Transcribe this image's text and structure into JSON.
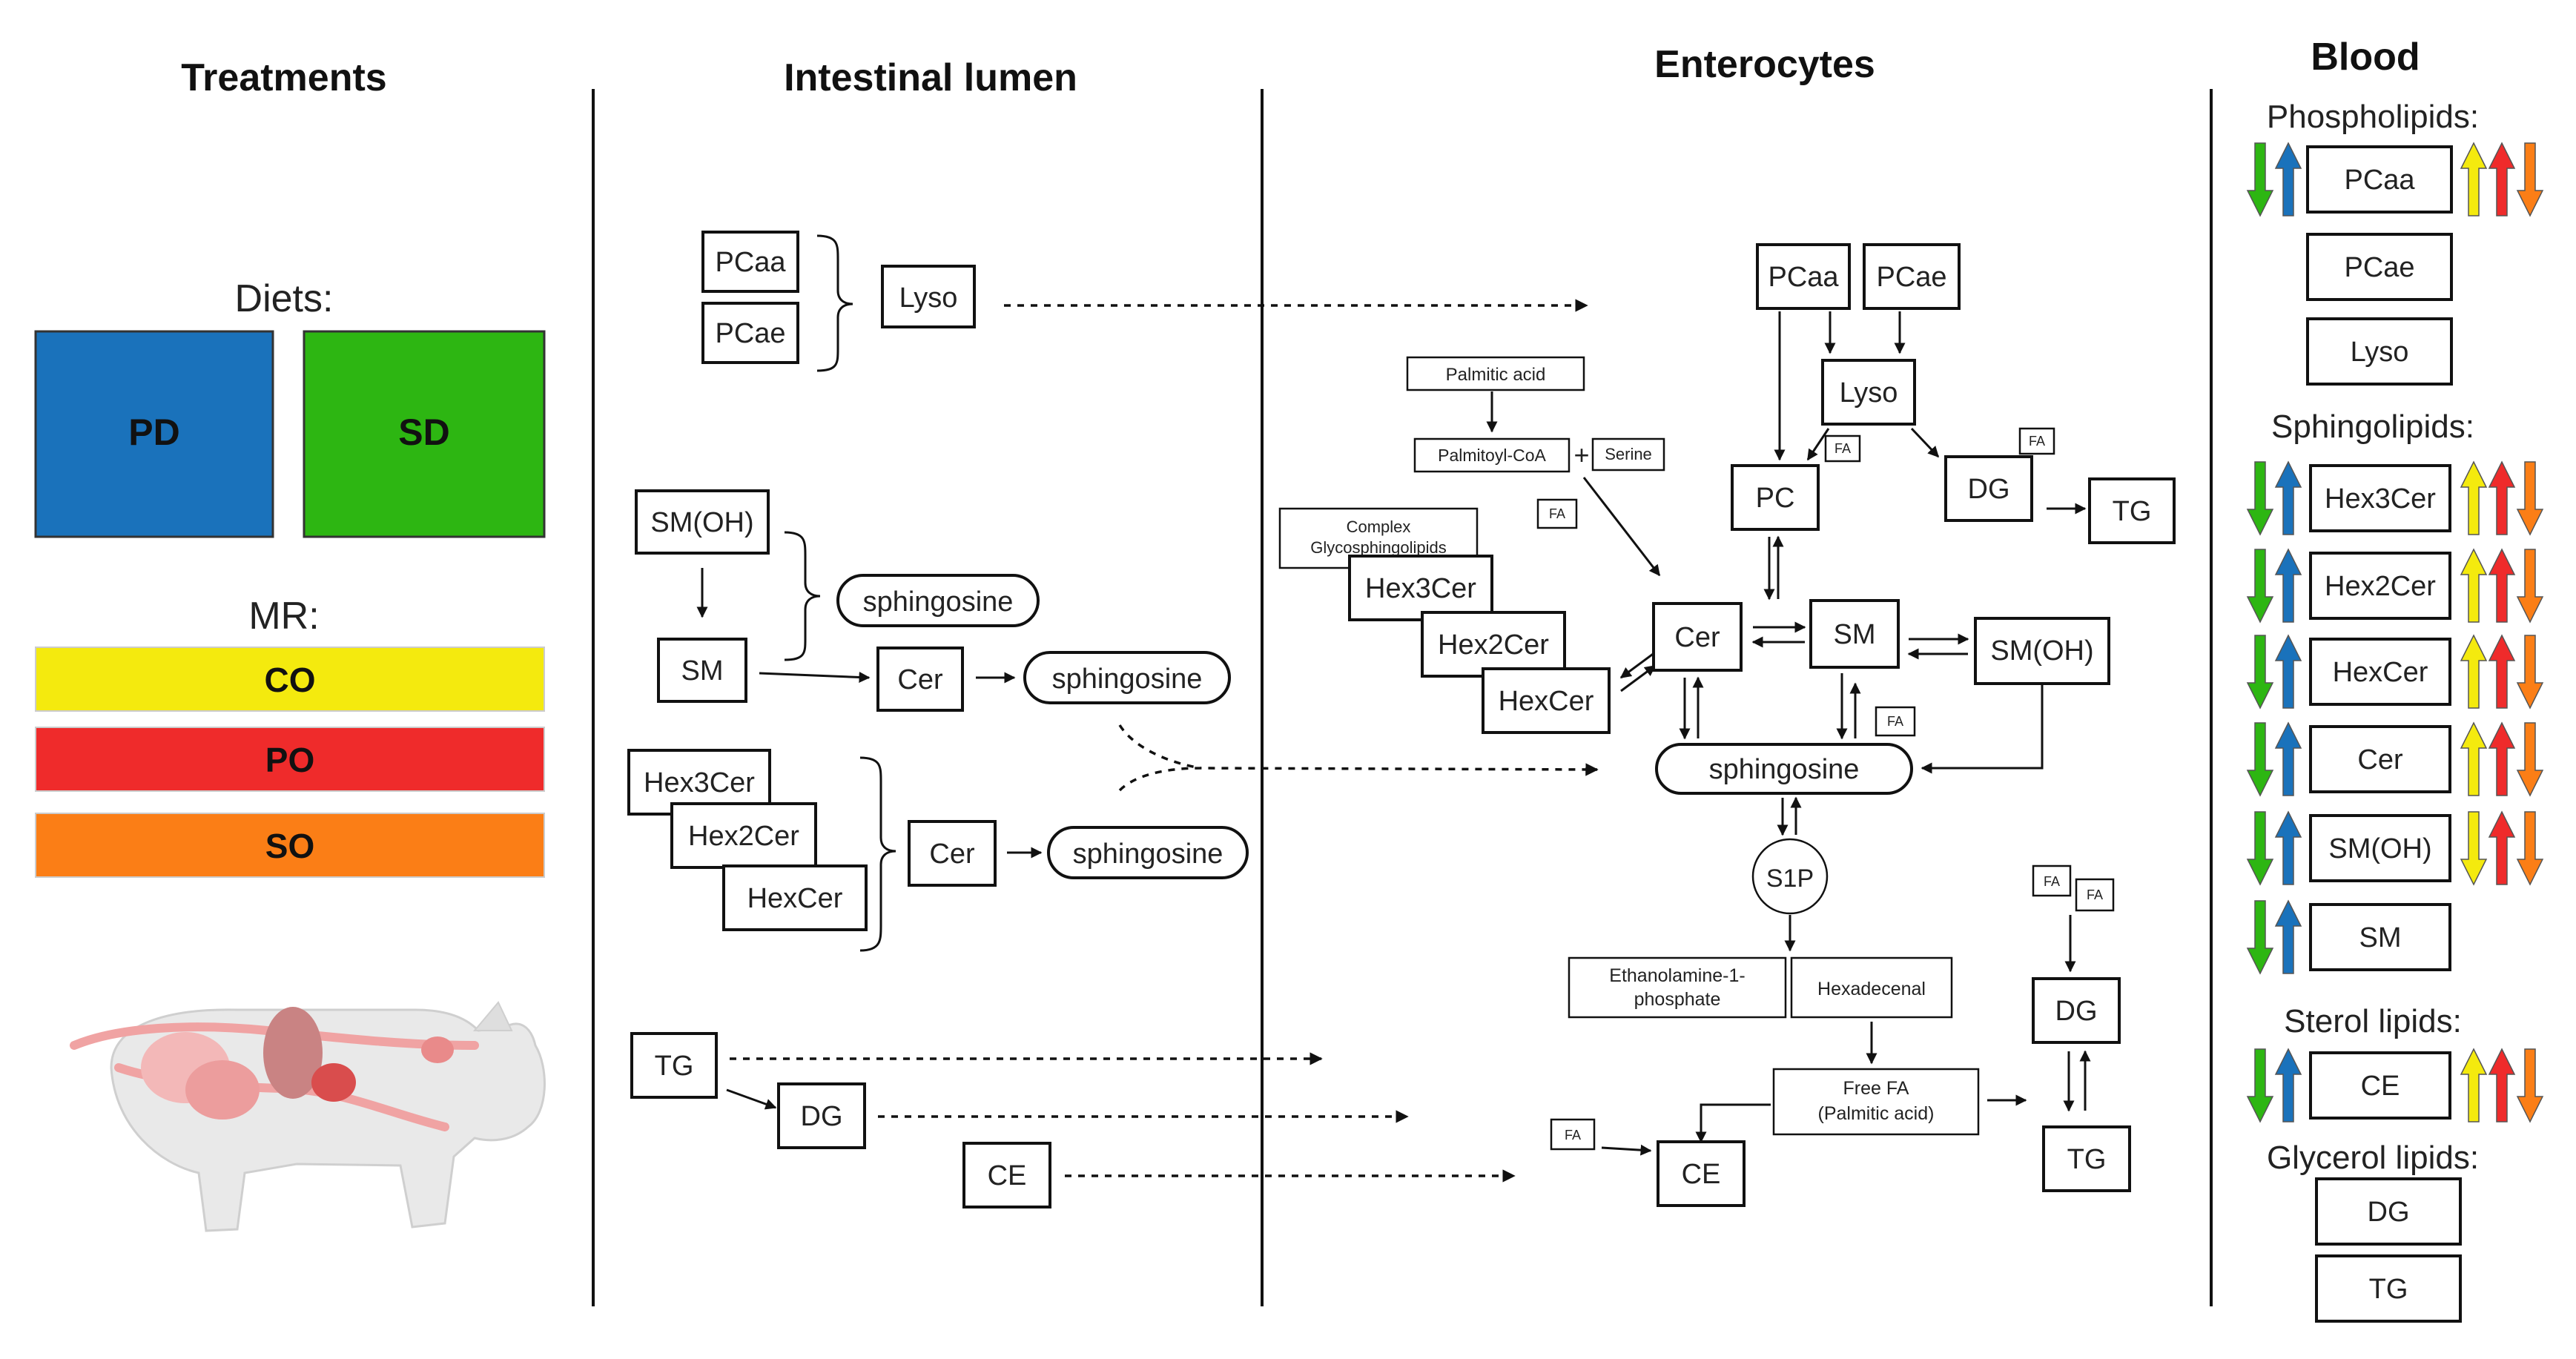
{
  "headers": {
    "treatments": "Treatments",
    "lumen": "Intestinal lumen",
    "enterocytes": "Enterocytes",
    "blood": "Blood"
  },
  "treatments": {
    "diets_label": "Diets:",
    "diets": [
      {
        "label": "PD",
        "color": "#1a72bb"
      },
      {
        "label": "SD",
        "color": "#2db612"
      }
    ],
    "mr_label": "MR:",
    "mr": [
      {
        "label": "CO",
        "color": "#f4ea0e"
      },
      {
        "label": "PO",
        "color": "#ef2b2b"
      },
      {
        "label": "SO",
        "color": "#fb7e16"
      }
    ]
  },
  "lumen": {
    "pcaa": "PCaa",
    "pcae": "PCae",
    "lyso": "Lyso",
    "smoh": "SM(OH)",
    "sm": "SM",
    "sphingosine": "sphingosine",
    "cer": "Cer",
    "hex3cer": "Hex3Cer",
    "hex2cer": "Hex2Cer",
    "hexcer": "HexCer",
    "tg": "TG",
    "dg": "DG",
    "ce": "CE"
  },
  "enterocytes": {
    "pcaa": "PCaa",
    "pcae": "PCae",
    "lyso": "Lyso",
    "pc": "PC",
    "dg": "DG",
    "tg": "TG",
    "fa": "FA",
    "palmitic_acid": "Palmitic acid",
    "palmitoyl_coa": "Palmitoyl-CoA",
    "plus": "+",
    "serine": "Serine",
    "complex_gsl_1": "Complex",
    "complex_gsl_2": "Glycosphingolipids",
    "hex3cer": "Hex3Cer",
    "hex2cer": "Hex2Cer",
    "hexcer": "HexCer",
    "cer": "Cer",
    "sm": "SM",
    "smoh": "SM(OH)",
    "sphingosine": "sphingosine",
    "s1p": "S1P",
    "etn_1": "Ethanolamine-1-",
    "etn_2": "phosphate",
    "hexadecenal": "Hexadecenal",
    "free_fa_1": "Free FA",
    "free_fa_2": "(Palmitic acid)",
    "ce": "CE"
  },
  "blood": {
    "phospholipids": "Phospholipids:",
    "sphingolipids": "Sphingolipids:",
    "sterol": "Sterol lipids:",
    "glycerol": "Glycerol lipids:",
    "rows": [
      {
        "label": "PCaa",
        "diet_arrows": [
          {
            "dir": "down",
            "color": "#2db612"
          },
          {
            "dir": "up",
            "color": "#1a72bb"
          }
        ],
        "mr_arrows": [
          {
            "dir": "up",
            "color": "#f4ea0e"
          },
          {
            "dir": "up",
            "color": "#ef2b2b"
          },
          {
            "dir": "down",
            "color": "#fb7e16"
          }
        ]
      },
      {
        "label": "PCae",
        "diet_arrows": [],
        "mr_arrows": []
      },
      {
        "label": "Lyso",
        "diet_arrows": [],
        "mr_arrows": []
      },
      {
        "label": "Hex3Cer",
        "diet_arrows": [
          {
            "dir": "down",
            "color": "#2db612"
          },
          {
            "dir": "up",
            "color": "#1a72bb"
          }
        ],
        "mr_arrows": [
          {
            "dir": "up",
            "color": "#f4ea0e"
          },
          {
            "dir": "up",
            "color": "#ef2b2b"
          },
          {
            "dir": "down",
            "color": "#fb7e16"
          }
        ]
      },
      {
        "label": "Hex2Cer",
        "diet_arrows": [
          {
            "dir": "down",
            "color": "#2db612"
          },
          {
            "dir": "up",
            "color": "#1a72bb"
          }
        ],
        "mr_arrows": [
          {
            "dir": "up",
            "color": "#f4ea0e"
          },
          {
            "dir": "up",
            "color": "#ef2b2b"
          },
          {
            "dir": "down",
            "color": "#fb7e16"
          }
        ]
      },
      {
        "label": "HexCer",
        "diet_arrows": [
          {
            "dir": "down",
            "color": "#2db612"
          },
          {
            "dir": "up",
            "color": "#1a72bb"
          }
        ],
        "mr_arrows": [
          {
            "dir": "up",
            "color": "#f4ea0e"
          },
          {
            "dir": "up",
            "color": "#ef2b2b"
          },
          {
            "dir": "down",
            "color": "#fb7e16"
          }
        ]
      },
      {
        "label": "Cer",
        "diet_arrows": [
          {
            "dir": "down",
            "color": "#2db612"
          },
          {
            "dir": "up",
            "color": "#1a72bb"
          }
        ],
        "mr_arrows": [
          {
            "dir": "up",
            "color": "#f4ea0e"
          },
          {
            "dir": "up",
            "color": "#ef2b2b"
          },
          {
            "dir": "down",
            "color": "#fb7e16"
          }
        ]
      },
      {
        "label": "SM(OH)",
        "diet_arrows": [
          {
            "dir": "down",
            "color": "#2db612"
          },
          {
            "dir": "up",
            "color": "#1a72bb"
          }
        ],
        "mr_arrows": [
          {
            "dir": "down",
            "color": "#f4ea0e"
          },
          {
            "dir": "up",
            "color": "#ef2b2b"
          },
          {
            "dir": "down",
            "color": "#fb7e16"
          }
        ]
      },
      {
        "label": "SM",
        "diet_arrows": [
          {
            "dir": "down",
            "color": "#2db612"
          },
          {
            "dir": "up",
            "color": "#1a72bb"
          }
        ],
        "mr_arrows": []
      },
      {
        "label": "CE",
        "diet_arrows": [
          {
            "dir": "down",
            "color": "#2db612"
          },
          {
            "dir": "up",
            "color": "#1a72bb"
          }
        ],
        "mr_arrows": [
          {
            "dir": "up",
            "color": "#f4ea0e"
          },
          {
            "dir": "up",
            "color": "#ef2b2b"
          },
          {
            "dir": "down",
            "color": "#fb7e16"
          }
        ]
      },
      {
        "label": "DG",
        "diet_arrows": [],
        "mr_arrows": []
      },
      {
        "label": "TG",
        "diet_arrows": [],
        "mr_arrows": []
      }
    ]
  }
}
